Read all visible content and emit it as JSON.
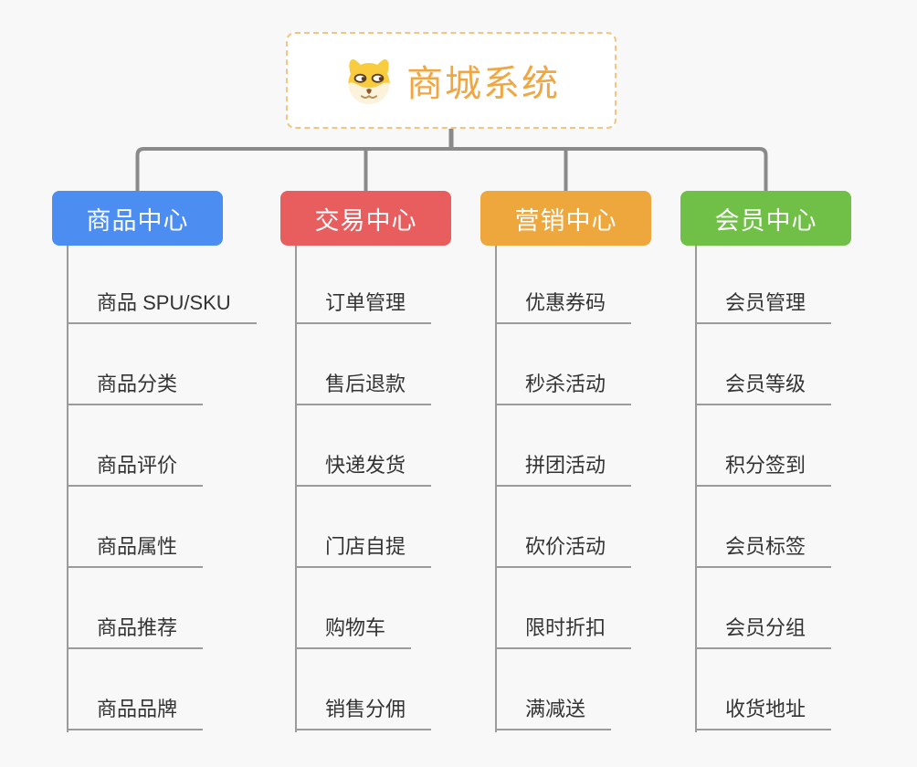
{
  "root": {
    "title": "商城系统",
    "icon": "dog-icon"
  },
  "branches": [
    {
      "id": "product-center",
      "label": "商品中心",
      "color": "#4b8df0",
      "children": [
        "商品 SPU/SKU",
        "商品分类",
        "商品评价",
        "商品属性",
        "商品推荐",
        "商品品牌"
      ]
    },
    {
      "id": "trade-center",
      "label": "交易中心",
      "color": "#e85e5e",
      "children": [
        "订单管理",
        "售后退款",
        "快递发货",
        "门店自提",
        "购物车",
        "销售分佣"
      ]
    },
    {
      "id": "marketing-center",
      "label": "营销中心",
      "color": "#eda73d",
      "children": [
        "优惠券码",
        "秒杀活动",
        "拼团活动",
        "砍价活动",
        "限时折扣",
        "满减送"
      ]
    },
    {
      "id": "member-center",
      "label": "会员中心",
      "color": "#70bf46",
      "children": [
        "会员管理",
        "会员等级",
        "积分签到",
        "会员标签",
        "会员分组",
        "收货地址"
      ]
    }
  ],
  "colors": {
    "background": "#f8f8f8",
    "root_border": "#f2c583",
    "root_title": "#f0a742",
    "connector": "#8a8a8a",
    "child_line": "#9b9b9b",
    "item_text": "#333333"
  }
}
